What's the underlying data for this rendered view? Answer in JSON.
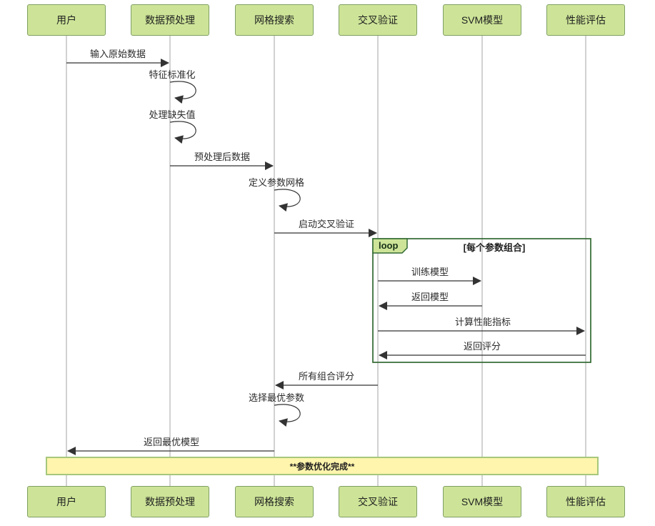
{
  "diagram": {
    "type": "sequence-diagram",
    "actors": [
      {
        "label": "用户"
      },
      {
        "label": "数据预处理"
      },
      {
        "label": "网格搜索"
      },
      {
        "label": "交叉验证"
      },
      {
        "label": "SVM模型"
      },
      {
        "label": "性能评估"
      }
    ],
    "messages": [
      {
        "text": "输入原始数据",
        "from": "用户",
        "to": "数据预处理",
        "kind": "arrow"
      },
      {
        "text": "特征标准化",
        "from": "数据预处理",
        "to": "数据预处理",
        "kind": "self"
      },
      {
        "text": "处理缺失值",
        "from": "数据预处理",
        "to": "数据预处理",
        "kind": "self"
      },
      {
        "text": "预处理后数据",
        "from": "数据预处理",
        "to": "网格搜索",
        "kind": "arrow"
      },
      {
        "text": "定义参数网格",
        "from": "网格搜索",
        "to": "网格搜索",
        "kind": "self"
      },
      {
        "text": "启动交叉验证",
        "from": "网格搜索",
        "to": "交叉验证",
        "kind": "arrow"
      },
      {
        "text": "训练模型",
        "from": "交叉验证",
        "to": "SVM模型",
        "kind": "arrow"
      },
      {
        "text": "返回模型",
        "from": "SVM模型",
        "to": "交叉验证",
        "kind": "arrow"
      },
      {
        "text": "计算性能指标",
        "from": "交叉验证",
        "to": "性能评估",
        "kind": "arrow"
      },
      {
        "text": "返回评分",
        "from": "性能评估",
        "to": "交叉验证",
        "kind": "arrow"
      },
      {
        "text": "所有组合评分",
        "from": "交叉验证",
        "to": "网格搜索",
        "kind": "arrow"
      },
      {
        "text": "选择最优参数",
        "from": "网格搜索",
        "to": "网格搜索",
        "kind": "self"
      },
      {
        "text": "返回最优模型",
        "from": "网格搜索",
        "to": "用户",
        "kind": "arrow"
      }
    ],
    "loop": {
      "label": "loop",
      "condition": "[每个参数组合]"
    },
    "note": {
      "text": "**参数优化完成**"
    },
    "colors": {
      "actor_fill": "#cde498",
      "actor_border": "#7f9f63",
      "loop_border": "#326932",
      "loop_label_fill": "#cde498",
      "note_fill": "#fff5ad",
      "note_border": "#a6c77c",
      "signal": "#333333",
      "lifeline": "#a5a5a5"
    }
  }
}
